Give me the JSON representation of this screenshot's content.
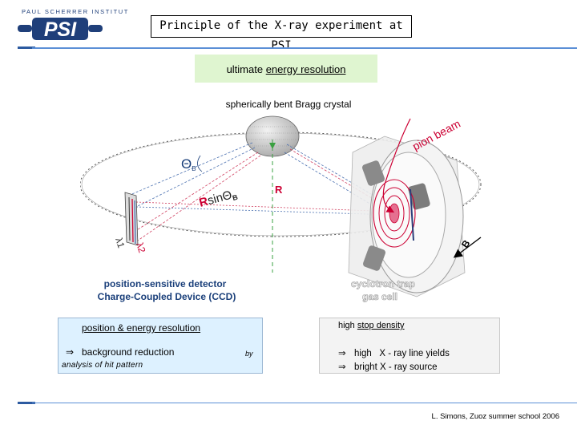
{
  "logo": {
    "institute": "PAUL SCHERRER INSTITUT",
    "mark": "PSI",
    "color": "#1f3f7a"
  },
  "title": "Principle of the X-ray experiment at PSI",
  "resolution_box": {
    "prefix": "ultimate ",
    "emphasis": "energy resolution"
  },
  "crystal_label": "spherically bent Bragg crystal",
  "diagram": {
    "theta_b": "Θ",
    "theta_sub": "B",
    "r_label": "R",
    "rsin_r": "R",
    "rsin_sin": "sin",
    "rsin_theta": "Θ",
    "rsin_sub": "B",
    "pion_beam": "pion beam",
    "b_field": "B",
    "lambda1": "λ1",
    "lambda2": "λ2",
    "detector_line1": "position-sensitive detector",
    "detector_line2": "Charge-Coupled Device (CCD)",
    "trap_line1": "cyclotron trap",
    "trap_line2": "gas cell"
  },
  "left_box": {
    "heading": "position & energy resolution",
    "arrow": "⇒",
    "point": "background reduction",
    "note": "analysis of hit pattern"
  },
  "by_label": "by",
  "right_box": {
    "heading_prefix": "high ",
    "heading_emphasis": "stop density",
    "arrow": "⇒",
    "line1": "high   X - ray line yields",
    "line2": "bright X - ray source"
  },
  "footer": "L. Simons,  Zuoz summer school 2006",
  "colors": {
    "accent_red": "#cc0033",
    "rule_blue": "#5b8fd6",
    "green_box": "#dff5d0",
    "blue_box": "#ddf1ff"
  }
}
